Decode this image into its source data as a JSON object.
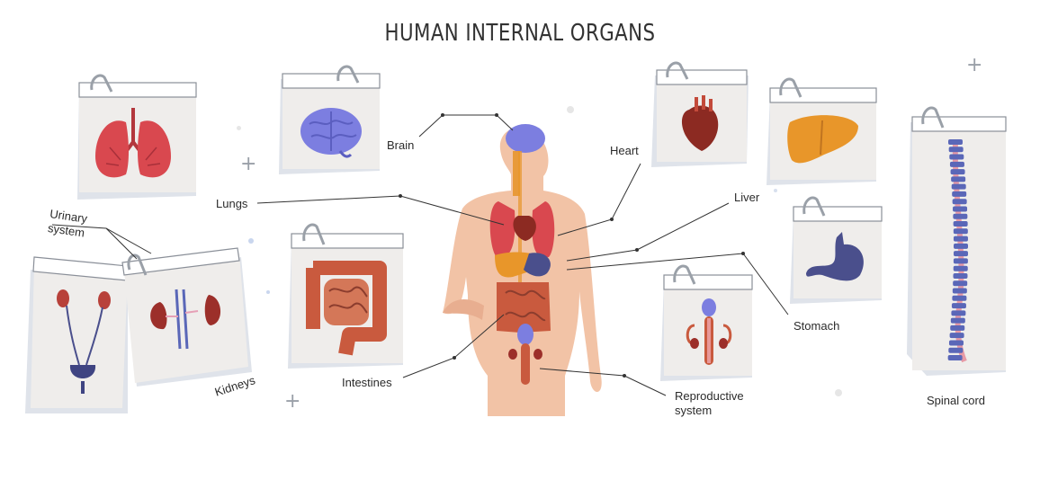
{
  "title": "HUMAN INTERNAL ORGANS",
  "labels": {
    "brain": "Brain",
    "lungs": "Lungs",
    "urinary": "Urinary system",
    "kidneys": "Kidneys",
    "intestines": "Intestines",
    "heart": "Heart",
    "liver": "Liver",
    "stomach": "Stomach",
    "reproductive": "Reproductive system",
    "spinal": "Spinal cord"
  },
  "bottom_text": "",
  "colors": {
    "skin": "#f2c3a6",
    "lungs": "#d9484f",
    "brain": "#7c7ee0",
    "heart": "#8c2a22",
    "liver": "#e8962a",
    "stomach": "#4a4f8c",
    "intestines": "#c95a3e",
    "kidneys": "#9c2f2a",
    "spine": "#5a67b8",
    "card": "#efedeb",
    "line": "#333333"
  }
}
